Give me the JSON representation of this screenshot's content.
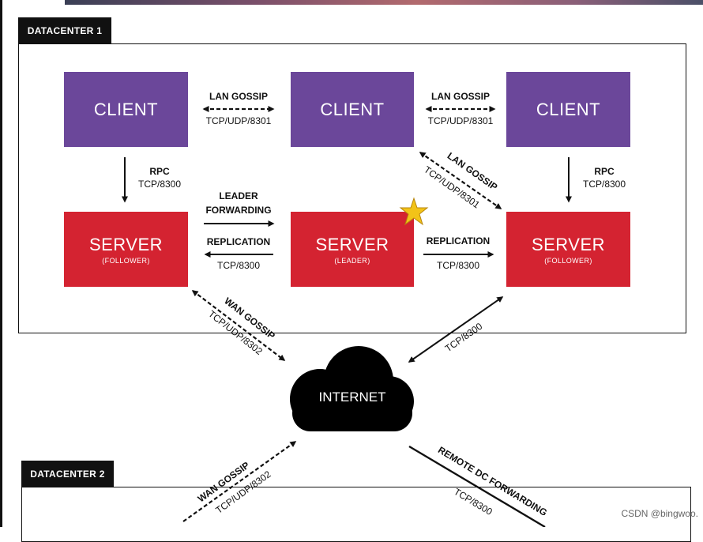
{
  "datacenter1": {
    "label": "DATACENTER 1"
  },
  "datacenter2": {
    "label": "DATACENTER 2"
  },
  "clients": [
    {
      "label": "CLIENT"
    },
    {
      "label": "CLIENT"
    },
    {
      "label": "CLIENT"
    }
  ],
  "servers": [
    {
      "label": "SERVER",
      "role": "(FOLLOWER)"
    },
    {
      "label": "SERVER",
      "role": "(LEADER)"
    },
    {
      "label": "SERVER",
      "role": "(FOLLOWER)"
    }
  ],
  "links": {
    "lan_gossip_1": {
      "title": "LAN GOSSIP",
      "port": "TCP/UDP/8301"
    },
    "lan_gossip_2": {
      "title": "LAN GOSSIP",
      "port": "TCP/UDP/8301"
    },
    "lan_gossip_diag": {
      "title": "LAN GOSSIP",
      "port": "TCP/UDP/8301"
    },
    "rpc_left": {
      "title": "RPC",
      "port": "TCP/8300"
    },
    "rpc_right": {
      "title": "RPC",
      "port": "TCP/8300"
    },
    "leader_forwarding": {
      "title_line1": "LEADER",
      "title_line2": "FORWARDING"
    },
    "replication_left": {
      "title": "REPLICATION",
      "port": "TCP/8300"
    },
    "replication_right": {
      "title": "REPLICATION",
      "port": "TCP/8300"
    },
    "wan_gossip_dc1": {
      "title": "WAN GOSSIP",
      "port": "TCP/UDP/8302"
    },
    "wan_tcp_right": {
      "port": "TCP/8300"
    },
    "wan_gossip_dc2": {
      "title": "WAN GOSSIP",
      "port": "TCP/UDP/8302"
    },
    "remote_dc_forwarding": {
      "title": "REMOTE DC FORWARDING",
      "port": "TCP/8300"
    }
  },
  "internet": {
    "label": "INTERNET"
  },
  "leader_marker": {
    "icon": "star-icon",
    "color": "#f2c318"
  },
  "watermark": "CSDN @bingwoo.",
  "colors": {
    "client": "#6b479a",
    "server": "#d42331",
    "line": "#111111"
  }
}
